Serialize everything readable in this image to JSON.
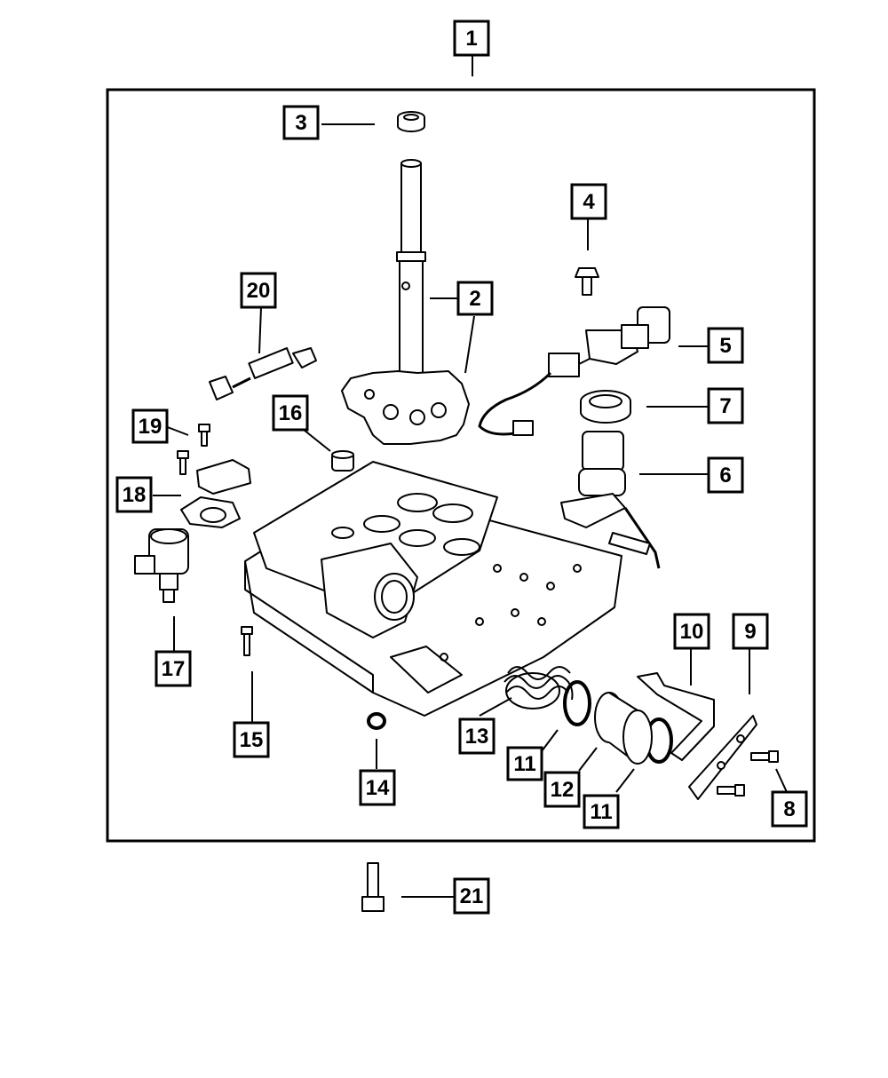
{
  "callouts": [
    {
      "label": "1"
    },
    {
      "label": "2"
    },
    {
      "label": "3"
    },
    {
      "label": "4"
    },
    {
      "label": "5"
    },
    {
      "label": "6"
    },
    {
      "label": "7"
    },
    {
      "label": "8"
    },
    {
      "label": "9"
    },
    {
      "label": "10"
    },
    {
      "label": "11"
    },
    {
      "label": "11"
    },
    {
      "label": "12"
    },
    {
      "label": "13"
    },
    {
      "label": "14"
    },
    {
      "label": "15"
    },
    {
      "label": "16"
    },
    {
      "label": "17"
    },
    {
      "label": "18"
    },
    {
      "label": "19"
    },
    {
      "label": "20"
    },
    {
      "label": "21"
    }
  ],
  "colors": {
    "ink": "#000000",
    "paper": "#ffffff",
    "shade": "#e6e6e6"
  }
}
